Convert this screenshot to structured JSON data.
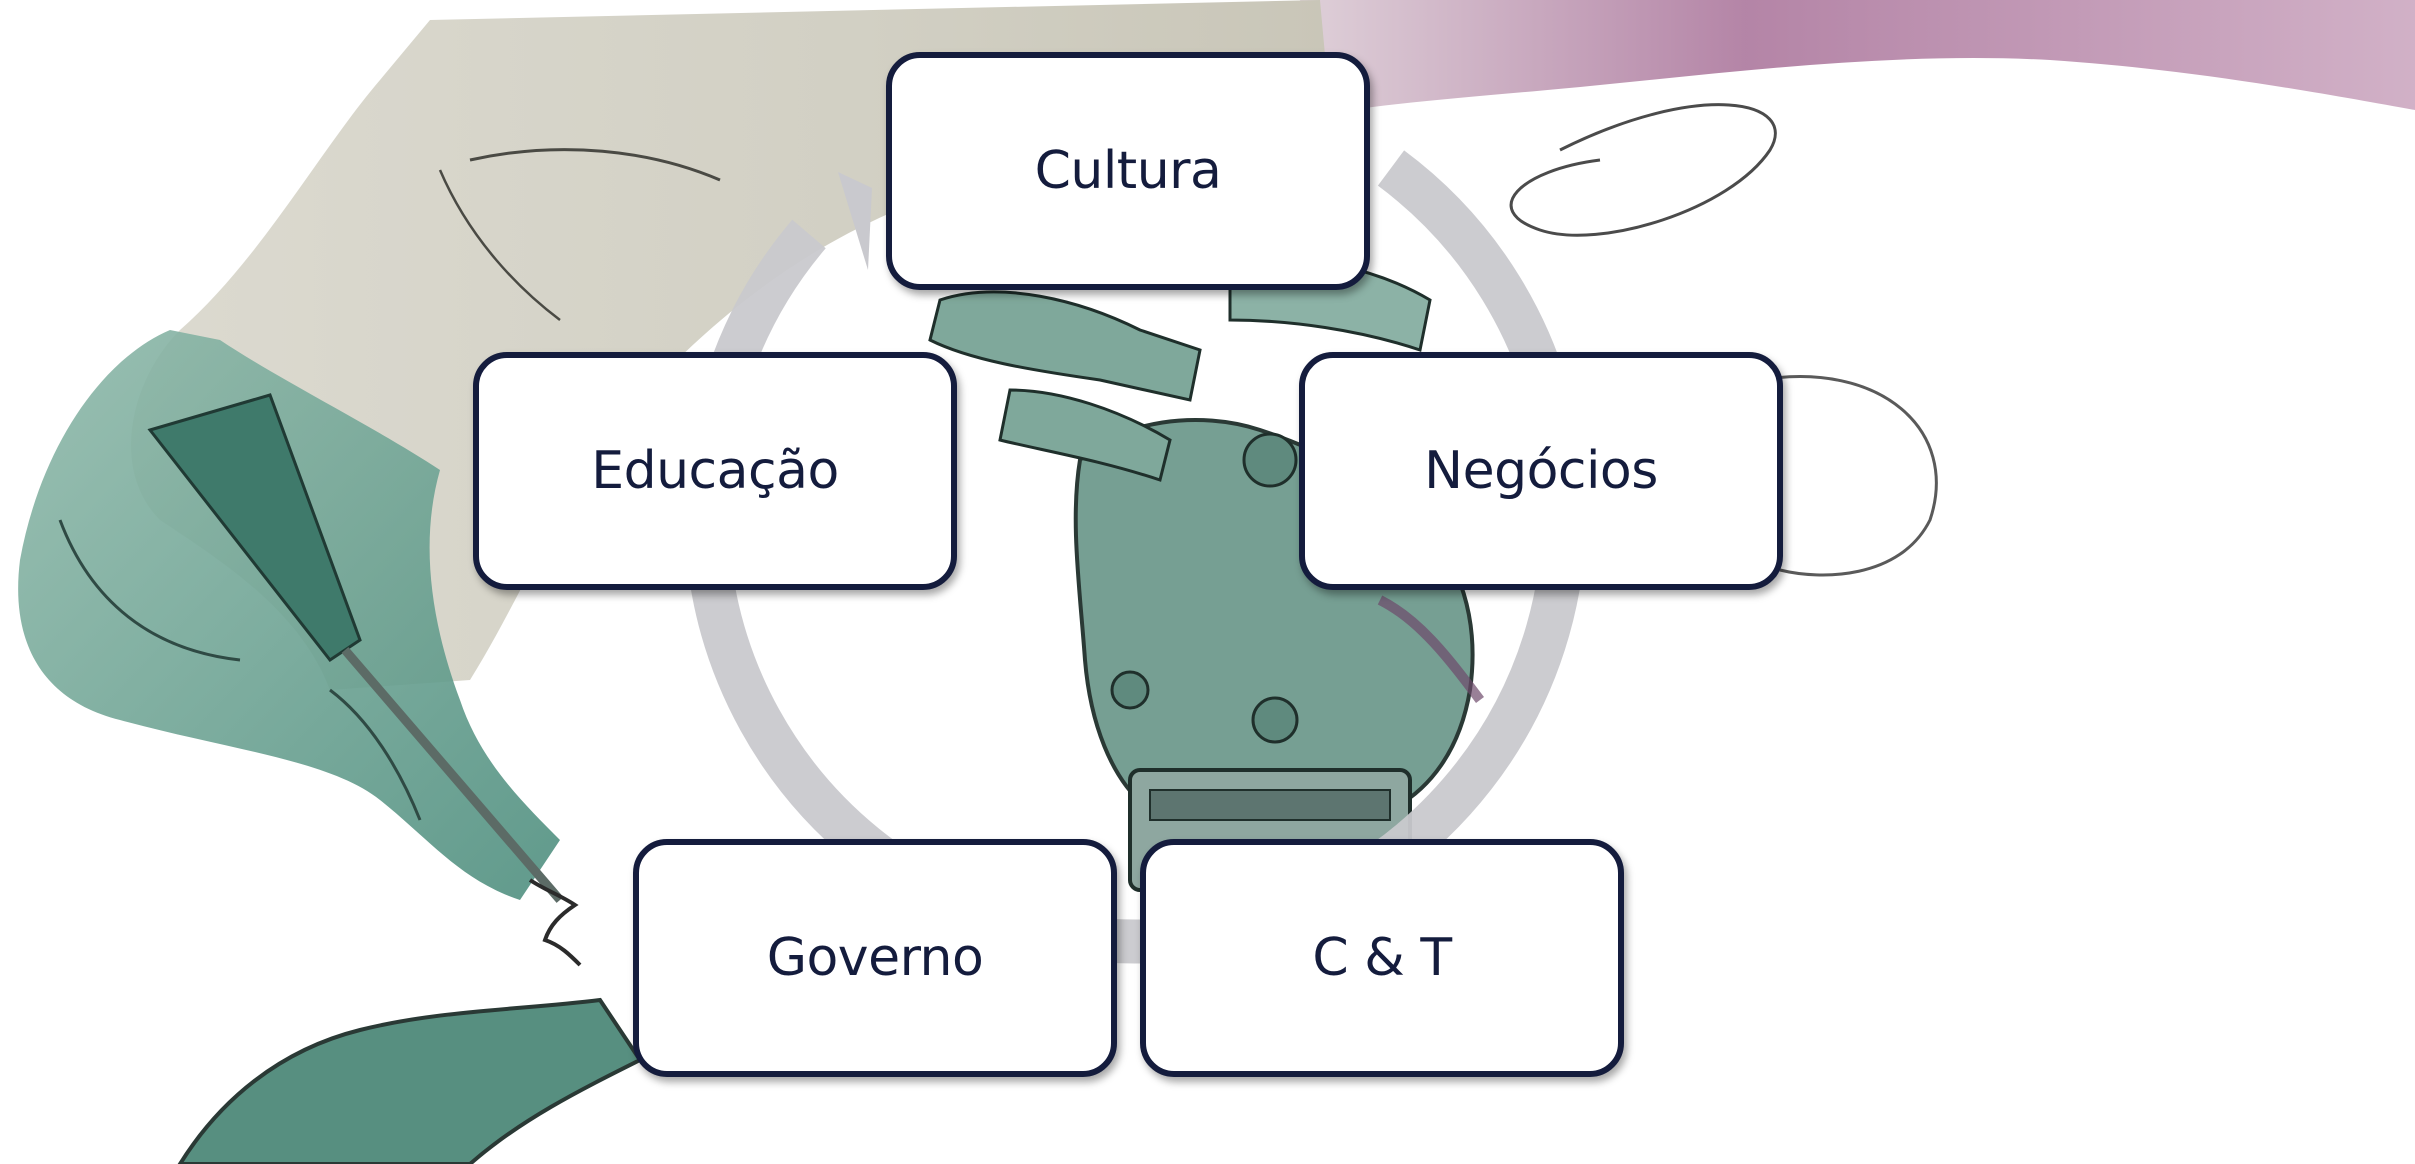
{
  "diagram": {
    "type": "cycle",
    "nodes": [
      {
        "id": "cultura",
        "label": "Cultura"
      },
      {
        "id": "negocios",
        "label": "Negócios"
      },
      {
        "id": "ct",
        "label": "C & T"
      },
      {
        "id": "governo",
        "label": "Governo"
      },
      {
        "id": "educacao",
        "label": "Educação"
      }
    ]
  },
  "colors": {
    "node_border": "#141c3d",
    "node_text": "#141c3d",
    "node_fill": "#ffffff",
    "cycle_ring": "#c9c9ce"
  },
  "background": {
    "subject": "illustration of a human hand with a screwdriver and a robotic hand",
    "icon": "hands-illustration"
  }
}
